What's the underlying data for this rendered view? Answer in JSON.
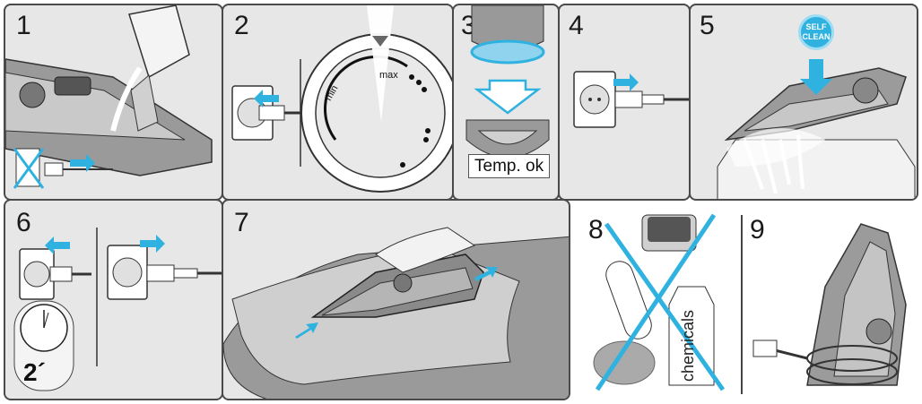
{
  "steps": [
    {
      "number": "1"
    },
    {
      "number": "2"
    },
    {
      "number": "3",
      "caption": "Temp. ok"
    },
    {
      "number": "4"
    },
    {
      "number": "5",
      "badge_line1": "SELF",
      "badge_line2": "CLEAN"
    },
    {
      "number": "6",
      "timer": "2´"
    },
    {
      "number": "7"
    },
    {
      "number": "8",
      "bottle_label": "chemicals"
    },
    {
      "number": "9"
    }
  ],
  "dial": {
    "min_label": "min",
    "max_label": "max"
  },
  "colors": {
    "accent": "#2fb2e0",
    "panel_bg": "#e7e7e7",
    "outline": "#4a4a4a"
  }
}
